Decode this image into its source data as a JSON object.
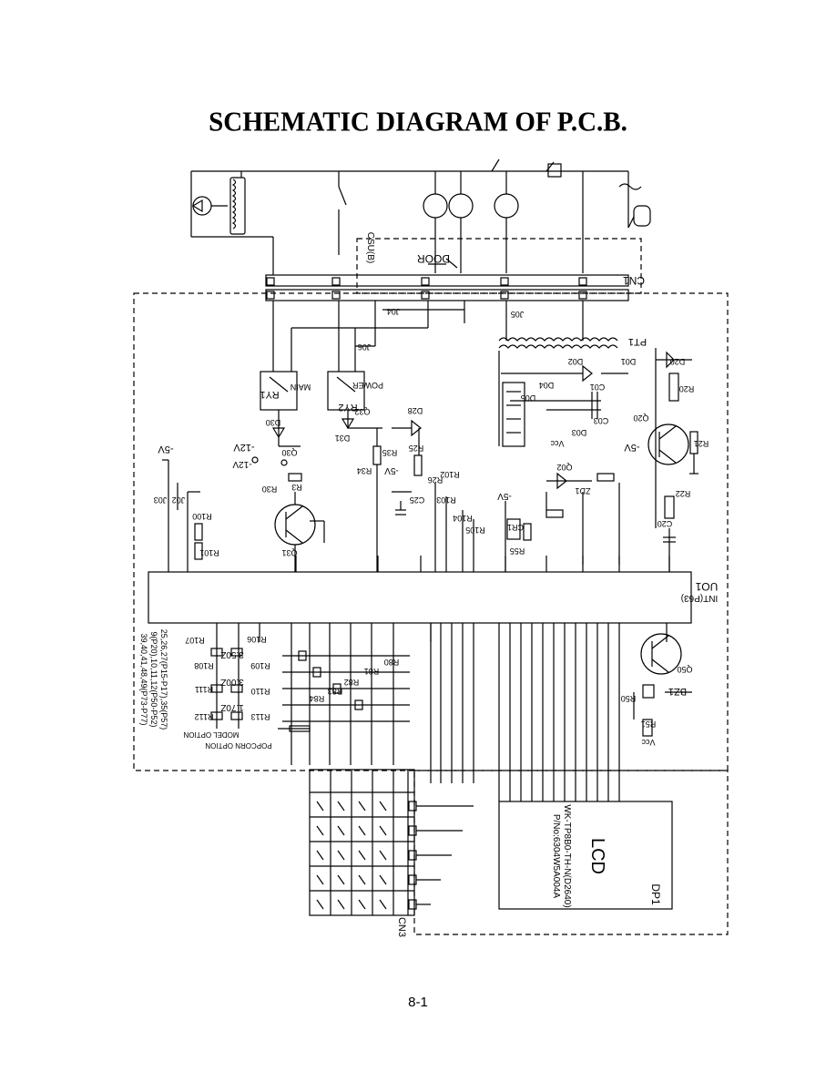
{
  "title": "SCHEMATIC DIAGRAM OF P.C.B.",
  "page_number": "8-1",
  "labels": {
    "door": "DOOR",
    "csu": "CSU(B)",
    "cn1": "CN1",
    "pt1": "PT1",
    "j04": "J04",
    "j05": "J05",
    "j06": "J06",
    "ry1": "RY1",
    "ry2": "RY2",
    "main": "MAIN",
    "power": "POWER",
    "q30": "Q30",
    "q32": "Q32",
    "q31": "Q31",
    "q20": "Q20",
    "q02": "Q02",
    "q50": "Q50",
    "d30": "D30",
    "d31": "D31",
    "d28": "D28",
    "d01": "D01",
    "d02": "D02",
    "d03": "D03",
    "d04": "D04",
    "d20": "D20",
    "d05": "D05",
    "r3": "R3",
    "r30": "R30",
    "r35": "R35",
    "r34": "R34",
    "r25": "R25",
    "r26": "R26",
    "r102": "R102",
    "r103": "R103",
    "r104": "R104",
    "r105": "R105",
    "r100": "R100",
    "r101": "R101",
    "r22": "R22",
    "r21": "R21",
    "r20": "R20",
    "r50": "R50",
    "r51": "R51",
    "r80": "R80",
    "r81": "R81",
    "r82": "R82",
    "r83": "R83",
    "r84": "R84",
    "r55": "R55",
    "c25": "C25",
    "c01": "C01",
    "c03": "C03",
    "c20": "C20",
    "cr1": "CR1",
    "zd1": "ZD1",
    "j02": "J02",
    "j03": "J03",
    "uo1": "UO1",
    "intp": "INT(P63)",
    "bz1": "BZ1",
    "dp1": "DP1",
    "lcd": "LCD",
    "lcd_part1": "WK-TP8B0-TH-N(D2640)",
    "lcd_part2": "P/No:6304W5A004A",
    "cn3": "CN3",
    "neg5v_a": "-5V",
    "neg5v_b": "-5V",
    "neg5v_c": "-5V",
    "neg5v_d": "-5V",
    "neg12v_a": "-12V",
    "neg12v_b": "-12V",
    "vcc_a": "Vcc",
    "vcc_b": "Vcc",
    "r106": "R106",
    "r107": "R107",
    "r108": "R108",
    "r109": "R109",
    "r110": "R110",
    "r111": "R111",
    "r112": "R112",
    "r113": "R113",
    "v1": "3.50Z",
    "v2": "3.00Z",
    "v3": "1.70Z",
    "model_option": "MODEL OPTION",
    "popcorn_option": "POPCORN OPTION",
    "pins_1": "25,26,27(P15-P17),35(P57)",
    "pins_2": "9(P20),10,11,12(P50-P52)",
    "pins_3": "39,40,41,48,49(P73-P77)"
  },
  "colors": {
    "ink": "#000000",
    "paper": "#ffffff"
  }
}
